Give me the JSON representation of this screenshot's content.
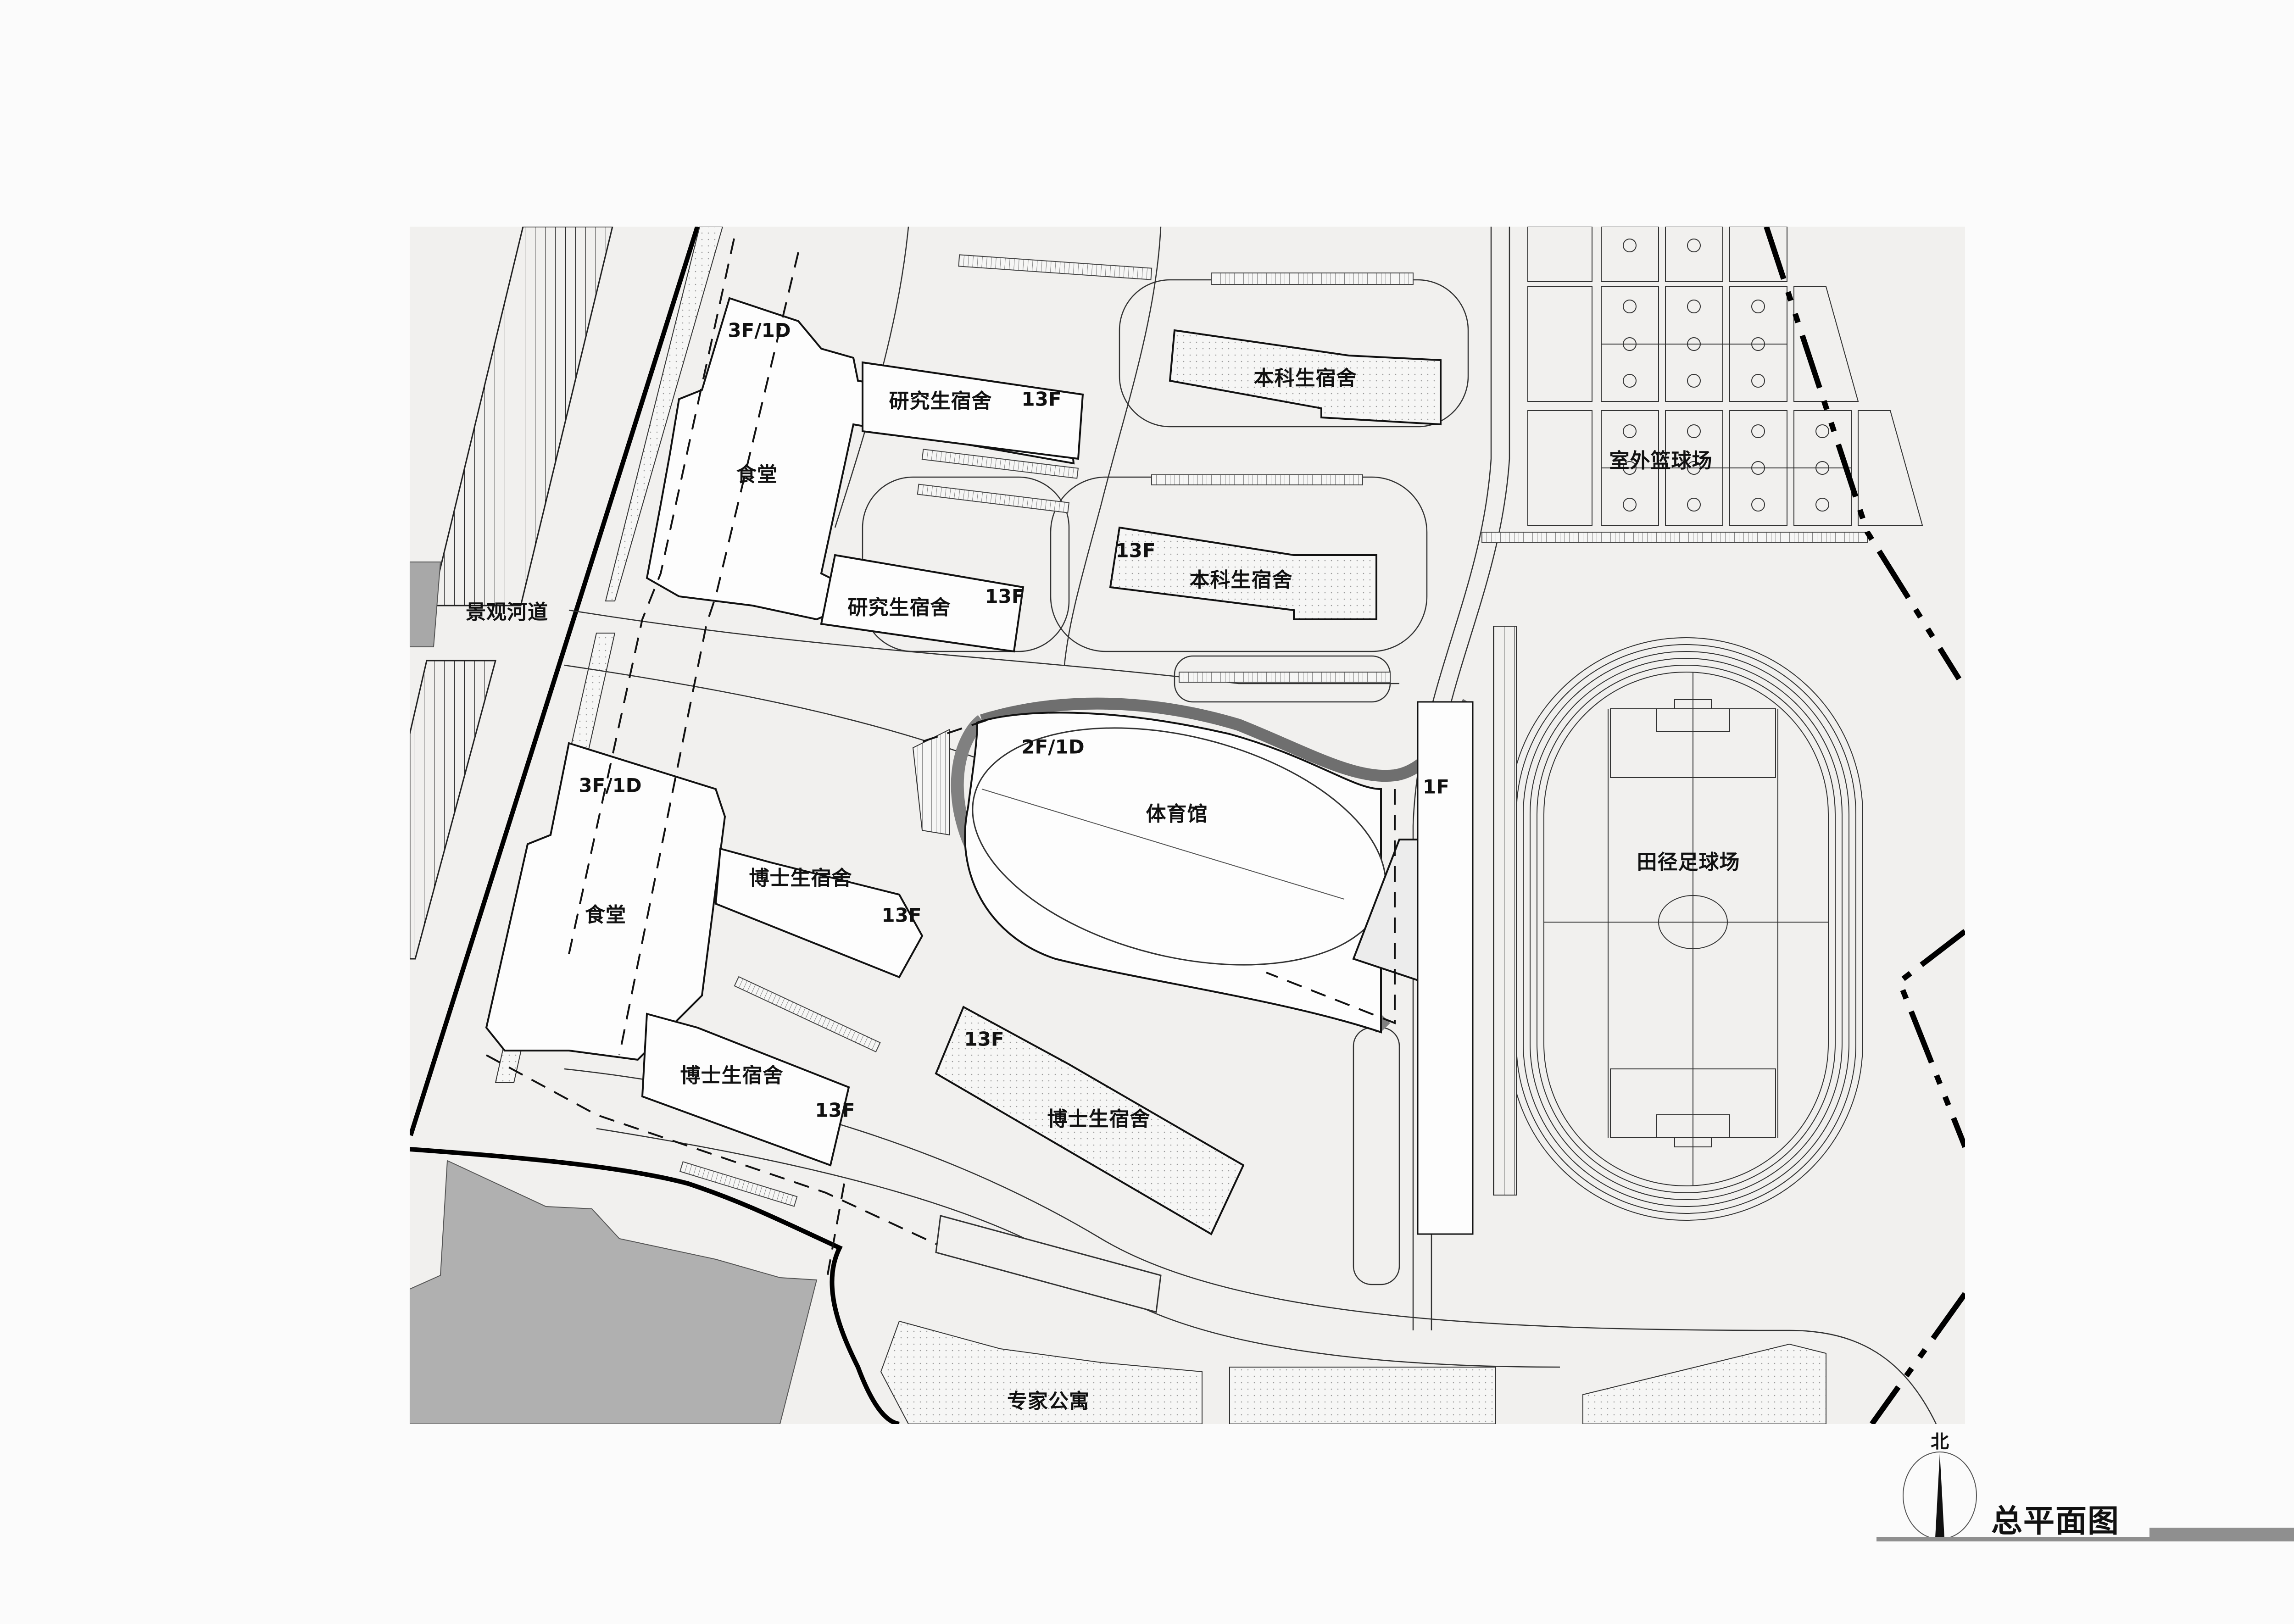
{
  "drawing": {
    "title": "总平面图",
    "north_label": "北",
    "colors": {
      "background": "#fbfbfb",
      "site_ground": "#f1f0ee",
      "building_fill": "#fdfdfd",
      "neighbor_block": "#b0b0b0",
      "canopy": "#808080",
      "line": "#111111",
      "title_bar": "#8f8f8f"
    }
  },
  "labels": {
    "river": "景观河道",
    "canteen_north": "食堂",
    "canteen_north_floors": "3F/1D",
    "canteen_south": "食堂",
    "canteen_south_floors": "3F/1D",
    "grad_dorm_1": "研究生宿舍",
    "grad_dorm_1_floors": "13F",
    "grad_dorm_2": "研究生宿舍",
    "grad_dorm_2_floors": "13F",
    "undergrad_dorm_1": "本科生宿舍",
    "undergrad_dorm_2": "本科生宿舍",
    "undergrad_dorm_2_floors": "13F",
    "basketball": "室外篮球场",
    "gym": "体育馆",
    "gym_floors": "2F/1D",
    "gym_annex_floors": "1F",
    "field": "田径足球场",
    "phd_dorm_1": "博士生宿舍",
    "phd_dorm_1_floors": "13F",
    "phd_dorm_2": "博士生宿舍",
    "phd_dorm_2_floors": "13F",
    "phd_dorm_3": "博士生宿舍",
    "phd_dorm_3_floors": "13F",
    "expert_apartments": "专家公寓"
  }
}
